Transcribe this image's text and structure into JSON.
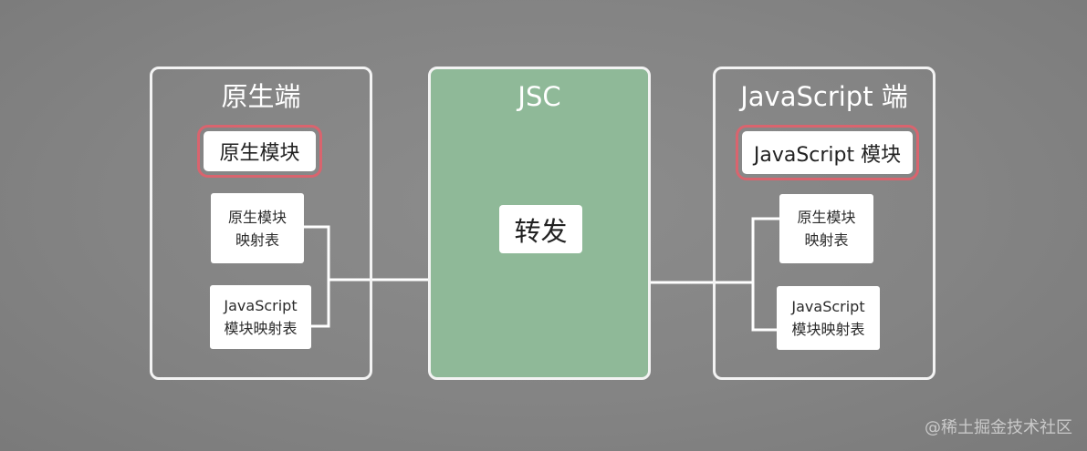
{
  "diagram": {
    "native": {
      "title": "原生端",
      "module": "原生模块",
      "native_map_line1": "原生模块",
      "native_map_line2": "映射表",
      "js_map_line1": "JavaScript",
      "js_map_line2": "模块映射表"
    },
    "jsc": {
      "title": "JSC",
      "forward": "转发"
    },
    "javascript": {
      "title": "JavaScript 端",
      "module": "JavaScript 模块",
      "native_map_line1": "原生模块",
      "native_map_line2": "映射表",
      "js_map_line1": "JavaScript",
      "js_map_line2": "模块映射表"
    }
  },
  "watermark": "@稀土掘金技术社区",
  "colors": {
    "background": "#858585",
    "panel_border": "#f3f3f3",
    "jsc_fill": "#8fb998",
    "highlight_border": "#d9646e",
    "box_fill": "#ffffff",
    "connector": "#ffffff"
  }
}
